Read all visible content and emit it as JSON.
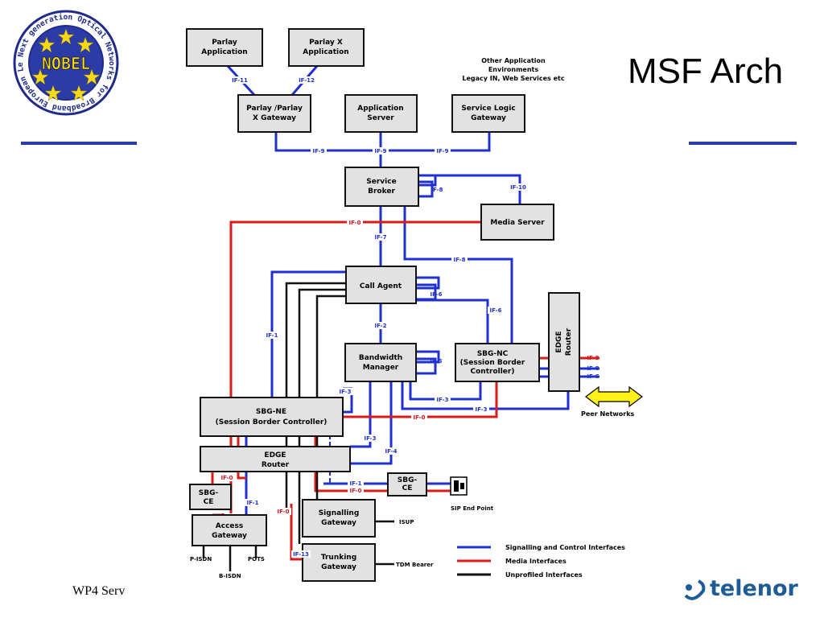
{
  "title": "MSF Arch",
  "footer": "WP4 Serv",
  "brand": "telenor",
  "logo": {
    "ring_text": "Next generation Optical Networks for Broadband European Leadership",
    "center_text": "NOBEL"
  },
  "boxes": {
    "parlay_app": [
      "Parlay",
      "Application"
    ],
    "parlayx_app": [
      "Parlay X",
      "Application"
    ],
    "parlay_gw": [
      "Parlay /Parlay",
      "X Gateway"
    ],
    "app_server": [
      "Application",
      "Server"
    ],
    "slg": [
      "Service Logic",
      "Gateway"
    ],
    "broker": [
      "Service",
      "Broker"
    ],
    "media": [
      "Media Server"
    ],
    "call_agent": [
      "Call Agent"
    ],
    "bw": [
      "Bandwidth",
      "Manager"
    ],
    "sbg_nc": [
      "SBG-NC",
      "(Session Border",
      "Controller)"
    ],
    "edge_right": [
      "EDGE",
      "Router"
    ],
    "sbg_ne": [
      "SBG-NE",
      "(Session Border Controller)"
    ],
    "edge_left": [
      "EDGE",
      "Router"
    ],
    "sbg_ce_left": [
      "SBG-",
      "CE"
    ],
    "sbg_ce_right": [
      "SBG-",
      "CE"
    ],
    "access_gw": [
      "Access",
      "Gateway"
    ],
    "signalling_gw": [
      "Signalling",
      "Gateway"
    ],
    "trunking_gw": [
      "Trunking",
      "Gateway"
    ]
  },
  "other_env": [
    "Other Application",
    "Environments",
    "Legacy IN, Web Services etc"
  ],
  "interfaces": {
    "if0": "IF-0",
    "if1": "IF-1",
    "if2": "IF-2",
    "if3": "IF-3",
    "if4": "IF-4",
    "if5": "IF-5",
    "if6": "IF-6",
    "if7": "IF-7",
    "if8": "IF-8",
    "if9": "IF-9",
    "if10": "IF-10",
    "if11": "IF-11",
    "if12": "IF-12",
    "if13": "IF-13"
  },
  "labels": {
    "peer_networks": "Peer Networks",
    "sip_end_point": "SIP End Point",
    "isup": "ISUP",
    "tdm_bearer": "TDM Bearer",
    "p_isdn": "P-ISDN",
    "b_isdn": "B-ISDN",
    "pots": "POTS"
  },
  "legend": {
    "signalling": "Signalling and Control Interfaces",
    "media": "Media Interfaces",
    "unprofiled": "Unprofiled Interfaces"
  },
  "colors": {
    "signalling": "#1f2fd0",
    "media": "#dd1a1a",
    "unprofiled": "#111111",
    "rule": "#2a3aa8",
    "brand": "#1d5c96"
  }
}
